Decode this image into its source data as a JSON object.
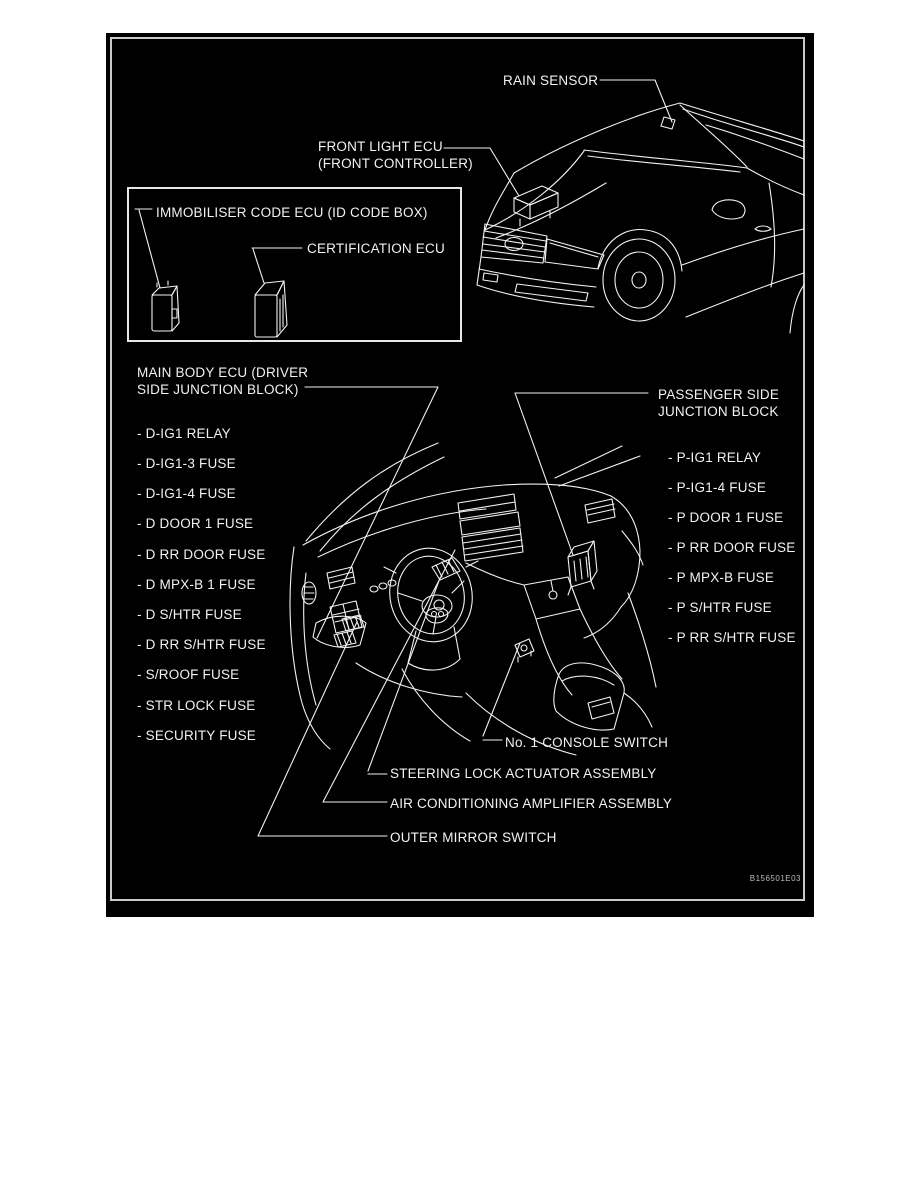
{
  "page": {
    "background": "#ffffff",
    "panel_background": "#000000",
    "line_color": "#f2f2f2",
    "frame_border_color": "#c9c9c9",
    "figure_code": "B156501E03"
  },
  "callouts": {
    "rain_sensor": "RAIN SENSOR",
    "front_light_ecu_1": "FRONT LIGHT ECU",
    "front_light_ecu_2": "(FRONT CONTROLLER)",
    "immobiliser_ecu": "IMMOBILISER CODE ECU (ID CODE BOX)",
    "certification_ecu": "CERTIFICATION ECU",
    "main_body_ecu_1": "MAIN BODY ECU (DRIVER",
    "main_body_ecu_2": "SIDE JUNCTION BLOCK)",
    "passenger_jb_1": "PASSENGER SIDE",
    "passenger_jb_2": "JUNCTION BLOCK",
    "console_switch": "No. 1 CONSOLE SWITCH",
    "steering_lock": "STEERING LOCK ACTUATOR ASSEMBLY",
    "ac_amplifier": "AIR CONDITIONING AMPLIFIER ASSEMBLY",
    "outer_mirror_switch": "OUTER MIRROR SWITCH"
  },
  "driver_junction_fuses": [
    "- D-IG1 RELAY",
    "- D-IG1-3 FUSE",
    "- D-IG1-4 FUSE",
    "- D DOOR 1 FUSE",
    "- D RR DOOR FUSE",
    "- D MPX-B 1 FUSE",
    "- D S/HTR FUSE",
    "- D RR S/HTR FUSE",
    "- S/ROOF FUSE",
    "- STR LOCK FUSE",
    "- SECURITY FUSE"
  ],
  "passenger_junction_fuses": [
    "- P-IG1 RELAY",
    "- P-IG1-4 FUSE",
    "- P DOOR 1 FUSE",
    "- P RR DOOR FUSE",
    "- P MPX-B FUSE",
    "- P S/HTR FUSE",
    "- P RR S/HTR FUSE"
  ]
}
